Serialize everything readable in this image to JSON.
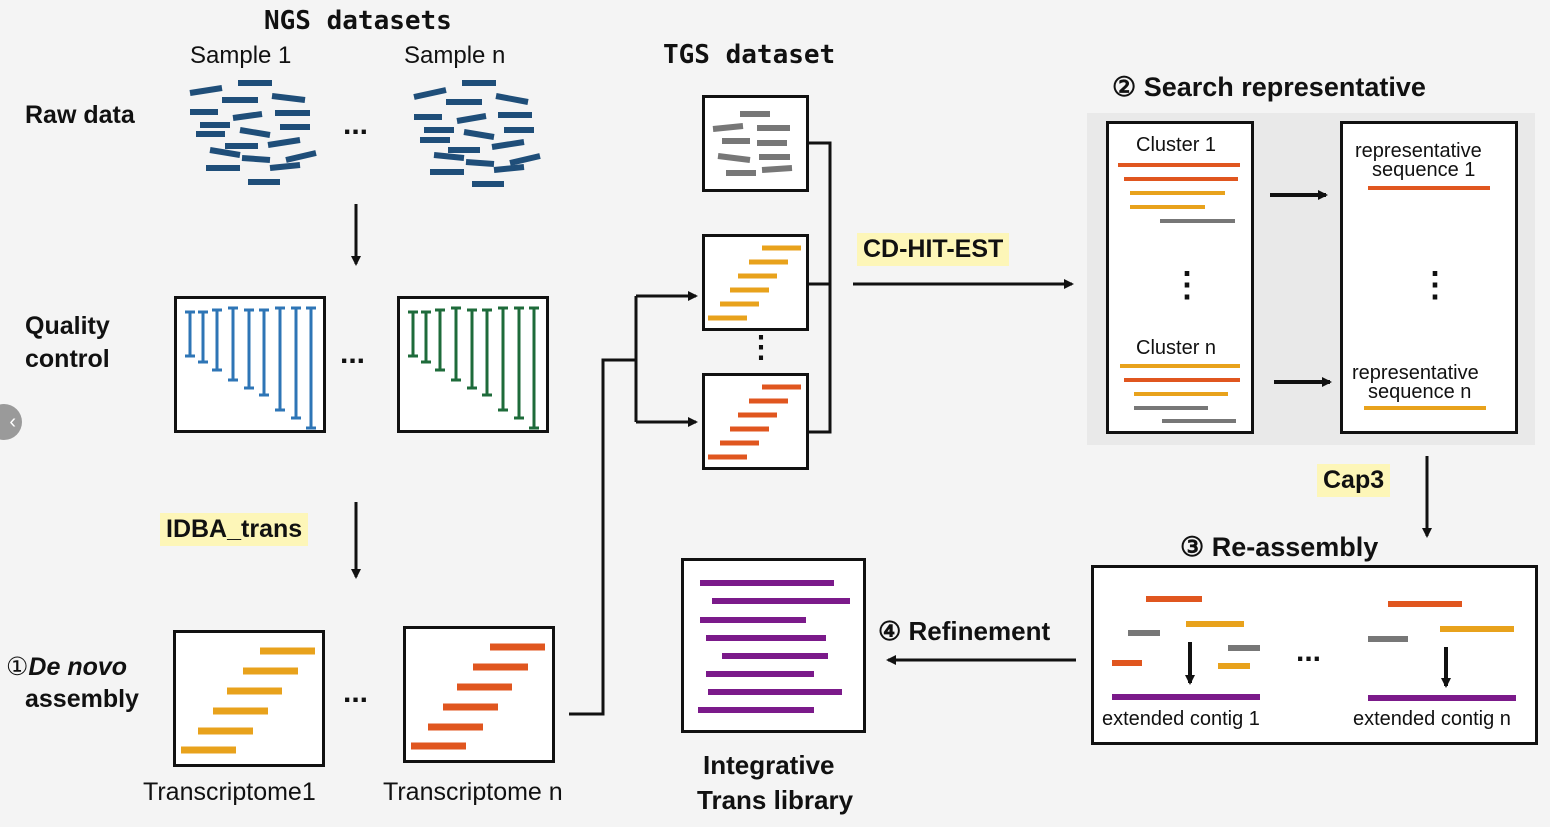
{
  "ngs": {
    "title": "NGS datasets",
    "sample1": "Sample 1",
    "samplen": "Sample n",
    "ellipsis": "..."
  },
  "rows": {
    "raw_data": "Raw data",
    "quality_line1": "Quality",
    "quality_line2": "control",
    "denovo_num": "①",
    "denovo_italic": "De novo",
    "denovo_line2": "assembly"
  },
  "tools": {
    "idba": "IDBA_trans",
    "cdhit": "CD-HIT-EST",
    "cap3": "Cap3"
  },
  "transcriptomes": {
    "t1": "Transcriptome1",
    "tn": "Transcriptome n"
  },
  "tgs": {
    "title": "TGS dataset",
    "vdots": "⋮"
  },
  "search": {
    "title": "② Search representative",
    "cluster1": "Cluster 1",
    "clustern": "Cluster n",
    "rep1_line1": "representative",
    "rep1_line2": "sequence 1",
    "repn_line1": "representative",
    "repn_line2": "sequence n",
    "vdots": "⋮"
  },
  "reassembly": {
    "title": "③ Re-assembly",
    "contig1": "extended contig 1",
    "contign": "extended contig n",
    "ellipsis": "..."
  },
  "refinement": {
    "title": "④ Refinement"
  },
  "library": {
    "line1": "Integrative",
    "line2": "Trans library"
  },
  "colors": {
    "blue": "#1f4e79",
    "qc_blue": "#2e75b6",
    "qc_green": "#1e6b3a",
    "orange": "#e8a21c",
    "red_orange": "#e0561f",
    "gray": "#777777",
    "purple": "#7b1a8a",
    "highlight": "#fdf6b8"
  }
}
